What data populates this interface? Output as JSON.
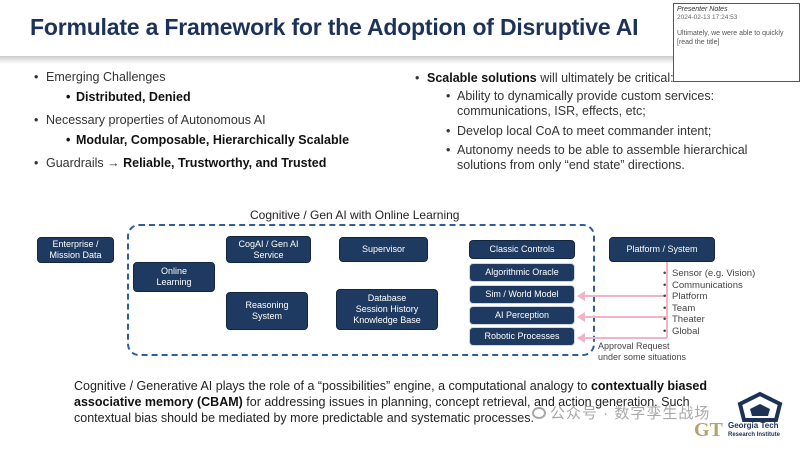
{
  "slide": {
    "title": "Formulate a Framework for the Adoption of Disruptive AI"
  },
  "presenter_notes": {
    "header": "Presenter Notes",
    "timestamp": "2024-02-13 17:24:53",
    "text": "Ultimately, we were able to quickly [read the title]"
  },
  "left_bullets": {
    "b1": "Emerging Challenges",
    "b1_sub": "Distributed, Denied",
    "b2": "Necessary properties of Autonomous AI",
    "b2_sub": "Modular, Composable, Hierarchically Scalable",
    "b3_prefix": "Guardrails → ",
    "b3_bold": "Reliable, Trustworthy, and Trusted"
  },
  "right_bullets": {
    "main_bold": "Scalable solutions",
    "main_rest": " will ultimately be critical:",
    "s1_l1": "Ability to dynamically provide custom services:",
    "s1_l2": "communications, ISR, effects, etc;",
    "s2": "Develop local CoA to meet commander intent;",
    "s3_l1": "Autonomy needs to be able to assemble hierarchical",
    "s3_l2": "solutions from only “end state” directions."
  },
  "diagram": {
    "group_title": "Cognitive / Gen AI with Online Learning",
    "enterprise_l1": "Enterprise /",
    "enterprise_l2": "Mission Data",
    "online_l1": "Online",
    "online_l2": "Learning",
    "cogai_l1": "CogAI / Gen AI",
    "cogai_l2": "Service",
    "supervisor": "Supervisor",
    "reasoning_l1": "Reasoning",
    "reasoning_l2": "System",
    "db_l1": "Database",
    "db_l2": "Session History",
    "db_l3": "Knowledge Base",
    "classic": "Classic Controls",
    "oracle": "Algorithmic Oracle",
    "sim": "Sim / World Model",
    "perception": "AI Perception",
    "robotic": "Robotic Processes",
    "platform": "Platform / System",
    "sensors": [
      "Sensor (e.g. Vision)",
      "Communications",
      "Platform",
      "Team",
      "Theater",
      "Global"
    ],
    "approval_l1": "Approval Request",
    "approval_l2": "under some situations"
  },
  "paragraph": {
    "p1": "Cognitive / Generative AI plays the role of a “possibilities” engine, a computational analogy to ",
    "p1_bold": "contextually biased associative memory (CBAM)",
    "p2": " for addressing issues in planning, concept retrieval, and action generation.  Such contextual bias should be mediated by more predictable and systematic processes."
  },
  "watermark": "公众号 · 数字孪生战场",
  "logo": {
    "mark": "GT",
    "name": "Georgia Tech",
    "sub": "Research Institute"
  },
  "colors": {
    "title": "#1c3357",
    "node": "#1f3a60",
    "dash": "#2f5f9a",
    "arrow_pink": "#f2b4c4"
  }
}
